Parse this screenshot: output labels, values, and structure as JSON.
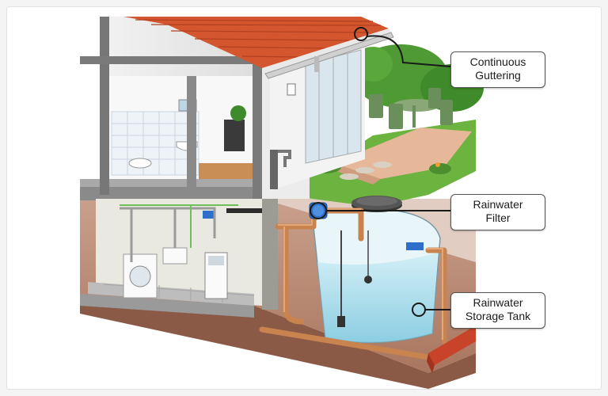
{
  "callouts": [
    {
      "id": "continuous-guttering",
      "lines": [
        "Continuous",
        "Guttering"
      ]
    },
    {
      "id": "rainwater-filter",
      "lines": [
        "Rainwater",
        "Filter"
      ]
    },
    {
      "id": "rainwater-storage-tank",
      "lines": [
        "Rainwater",
        "Storage Tank"
      ]
    }
  ],
  "colors": {
    "roof": "#d4562e",
    "pipe": "#c8834f",
    "water": "#8fd3e6",
    "grass": "#6db33f",
    "soil": "#b58a76"
  }
}
